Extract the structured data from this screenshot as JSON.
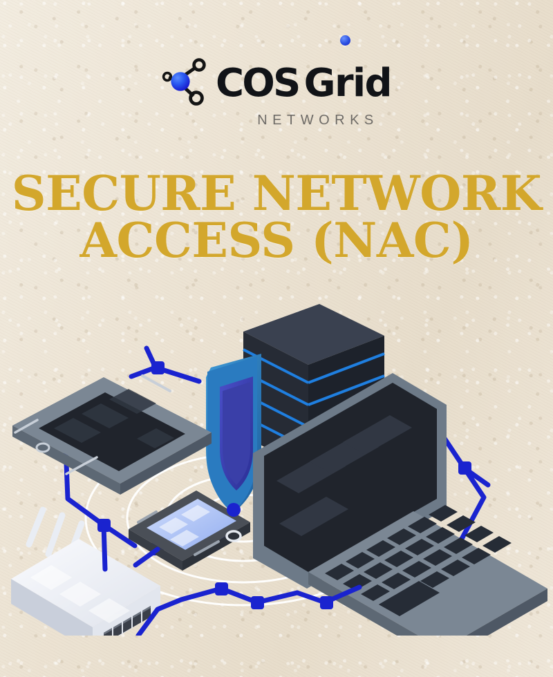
{
  "background": {
    "name": "paper-texture",
    "color": "#ece3d4",
    "accent_gold": "#d3a72c",
    "accent_blue": "#1a23cf",
    "dark_device": "#2b313d",
    "gray_device": "#7b8794",
    "router_white": "#eceff5"
  },
  "brand": {
    "logo_icon": "network-node-icon",
    "wordmark_cos": "COS",
    "wordmark_grid": "Grid",
    "tagline": "NETWORKS",
    "dot_color": "#2a4fe0"
  },
  "title": {
    "line1": "SECURE NETWORK",
    "line2": "ACCESS (NAC)",
    "color": "#d3a72c"
  },
  "illustration": {
    "name": "isometric-network-access-control-scene",
    "devices": [
      {
        "id": "server-rack",
        "label": "Server Rack",
        "icon": "server-icon",
        "color": "#2b313d",
        "accent": "#1f7fe0"
      },
      {
        "id": "shield",
        "label": "Security Shield",
        "icon": "shield-icon",
        "color": "#2a7bc0",
        "accent": "#3a3fa8"
      },
      {
        "id": "tablet",
        "label": "Tablet",
        "icon": "tablet-icon",
        "color": "#7b8794",
        "accent": "#22262e"
      },
      {
        "id": "laptop",
        "label": "Laptop",
        "icon": "laptop-icon",
        "color": "#6d7a88",
        "accent": "#22262e"
      },
      {
        "id": "smartphone",
        "label": "Smartphone",
        "icon": "smartphone-icon",
        "color": "#4a4f57",
        "accent": "#aabdf2"
      },
      {
        "id": "router",
        "label": "Wi-Fi Router",
        "icon": "router-icon",
        "color": "#eceff5",
        "accent": "#c7ccd6"
      }
    ],
    "connection_color": "#1a23cf",
    "signal_ring_color": "#ffffff",
    "connection_nodes": 8,
    "signal_rings": 4
  }
}
